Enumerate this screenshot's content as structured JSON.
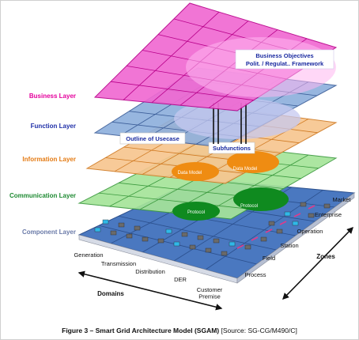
{
  "layers": [
    {
      "label": "Business Layer",
      "color": "#e4009c",
      "fill": "#f06ad2",
      "stroke": "#b8008a"
    },
    {
      "label": "Function Layer",
      "color": "#1f2fa8",
      "fill": "#8fb0dd",
      "stroke": "#3b5d98"
    },
    {
      "label": "Information Layer",
      "color": "#e47a12",
      "fill": "#f7c690",
      "stroke": "#d07a22"
    },
    {
      "label": "Communication Layer",
      "color": "#1e8a32",
      "fill": "#a6e49a",
      "stroke": "#3b9a3e"
    },
    {
      "label": "Component Layer",
      "color": "#6a7aa8",
      "fill": "#4a78c0",
      "stroke": "#2b4f8c"
    }
  ],
  "annotations": {
    "business_objectives": "Business Objectives",
    "polit_framework": "Polit. / Regulat.. Framework",
    "outline_usecase": "Outline of Usecase",
    "subfunctions": "Subfunctions",
    "data_model": "Data Model",
    "protocol": "Protocol"
  },
  "domains": {
    "title": "Domains",
    "items": [
      "Generation",
      "Transmission",
      "Distribution",
      "DER",
      "Customer\nPremise"
    ]
  },
  "zones": {
    "title": "Zones",
    "items": [
      "Process",
      "Field",
      "Station",
      "Operation",
      "Enterprise",
      "Market"
    ]
  },
  "caption": {
    "main": "Figure 3 – Smart Grid Architecture Model (SGAM)",
    "source": " [Source: SG-CG/M490/C]"
  }
}
